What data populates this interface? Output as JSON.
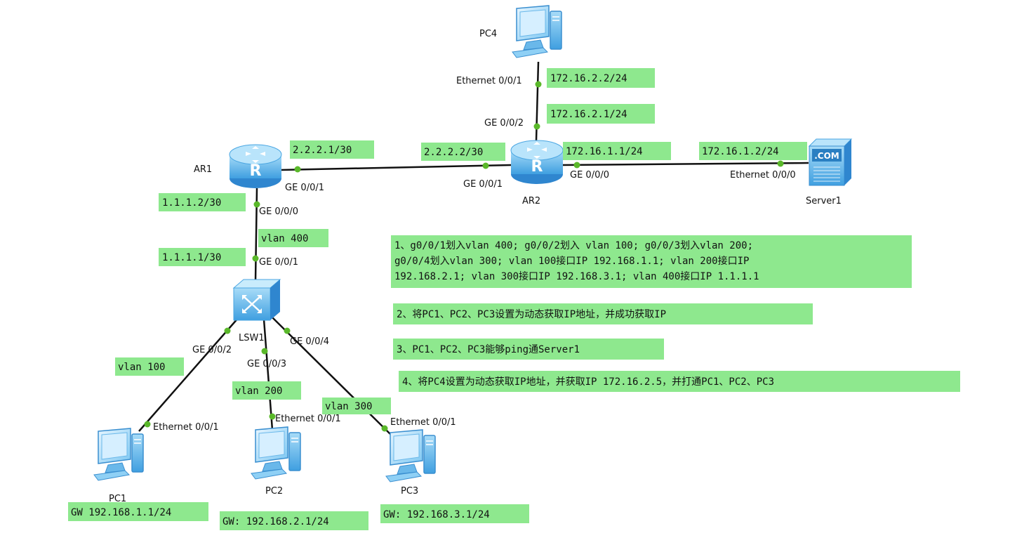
{
  "colors": {
    "label_bg": "#8ee88e",
    "link": "#111111",
    "port_dot": "#5ab82a",
    "device_blue": "#5fb8ee",
    "device_dark": "#2a7fc2"
  },
  "devices": {
    "pc4": {
      "name": "PC4",
      "icon": "pc-icon"
    },
    "ar1": {
      "name": "AR1",
      "icon": "router-icon"
    },
    "ar2": {
      "name": "AR2",
      "icon": "router-icon"
    },
    "server1": {
      "name": "Server1",
      "icon": "server-icon",
      "badge": ".COM"
    },
    "lsw1": {
      "name": "LSW1",
      "icon": "switch-icon"
    },
    "pc1": {
      "name": "PC1",
      "icon": "pc-icon"
    },
    "pc2": {
      "name": "PC2",
      "icon": "pc-icon"
    },
    "pc3": {
      "name": "PC3",
      "icon": "pc-icon"
    }
  },
  "ports": {
    "pc4_eth": "Ethernet 0/0/1",
    "ar2_g2": "GE 0/0/2",
    "ar1_g1": "GE 0/0/1",
    "ar2_g1": "GE 0/0/1",
    "ar2_g0": "GE 0/0/0",
    "server_eth": "Ethernet 0/0/0",
    "ar1_g0": "GE 0/0/0",
    "lsw_g1": "GE 0/0/1",
    "lsw_g2": "GE 0/0/2",
    "lsw_g3": "GE 0/0/3",
    "lsw_g4": "GE 0/0/4",
    "pc1_eth": "Ethernet 0/0/1",
    "pc2_eth": "Ethernet 0/0/1",
    "pc3_eth": "Ethernet 0/0/1"
  },
  "address_labels": {
    "pc4_ip": "172.16.2.2/24",
    "ar2_g2_ip": "172.16.2.1/24",
    "ar1_g1_ip": "2.2.2.1/30",
    "ar2_g1_ip": "2.2.2.2/30",
    "ar2_g0_ip": "172.16.1.1/24",
    "server_ip": "172.16.1.2/24",
    "ar1_g0_ip": "1.1.1.2/30",
    "lsw_g1_vlan": "vlan 400",
    "lsw_g1_ip": "1.1.1.1/30",
    "vlan100": "vlan 100",
    "vlan200": "vlan 200",
    "vlan300": "vlan 300",
    "pc1_gw": "GW 192.168.1.1/24",
    "pc2_gw": "GW: 192.168.2.1/24",
    "pc3_gw": "GW: 192.168.3.1/24"
  },
  "notes": {
    "note1_line1": "1、g0/0/1划入vlan 400; g0/0/2划入 vlan 100; g0/0/3划入vlan 200;",
    "note1_line2": "g0/0/4划入vlan 300; vlan 100接口IP 192.168.1.1; vlan 200接口IP",
    "note1_line3": "192.168.2.1; vlan 300接口IP 192.168.3.1; vlan 400接口IP 1.1.1.1",
    "note2": "2、将PC1、PC2、PC3设置为动态获取IP地址，并成功获取IP",
    "note3": "3、PC1、PC2、PC3能够ping通Server1",
    "note4": "4、将PC4设置为动态获取IP地址，并获取IP 172.16.2.5，并打通PC1、PC2、PC3"
  }
}
